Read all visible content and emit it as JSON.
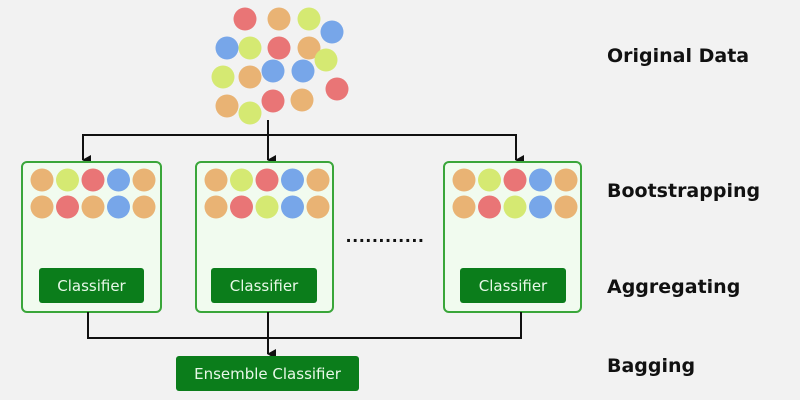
{
  "colors": {
    "background": "#f2f2f2",
    "red": "#e97576",
    "orange": "#e9b374",
    "green": "#d5e972",
    "blue": "#77a6e9",
    "box_fill": "#f1fbef",
    "box_border": "#3aa63a",
    "button_fill": "#0b7d1b",
    "button_text": "#e8f8e8",
    "line": "#111111"
  },
  "original_data": {
    "circles": [
      "red",
      "orange",
      "green",
      "blue",
      "blue",
      "green",
      "red",
      "orange",
      "green",
      "green",
      "orange",
      "blue",
      "blue",
      "red",
      "orange",
      "green",
      "red",
      "orange"
    ]
  },
  "bootstrap_samples": [
    {
      "rows": [
        [
          "orange",
          "green",
          "red",
          "blue",
          "orange"
        ],
        [
          "orange",
          "red",
          "orange",
          "blue",
          "orange"
        ]
      ],
      "classifier_label": "Classifier"
    },
    {
      "rows": [
        [
          "orange",
          "green",
          "red",
          "blue",
          "orange"
        ],
        [
          "orange",
          "red",
          "green",
          "blue",
          "orange"
        ]
      ],
      "classifier_label": "Classifier"
    },
    {
      "rows": [
        [
          "orange",
          "green",
          "red",
          "blue",
          "orange"
        ],
        [
          "orange",
          "red",
          "green",
          "blue",
          "orange"
        ]
      ],
      "classifier_label": "Classifier"
    }
  ],
  "ellipsis": "............",
  "ensemble_label": "Ensemble Classifier",
  "stage_labels": {
    "original": "Original Data",
    "bootstrapping": "Bootstrapping",
    "aggregating": "Aggregating",
    "bagging": "Bagging"
  }
}
